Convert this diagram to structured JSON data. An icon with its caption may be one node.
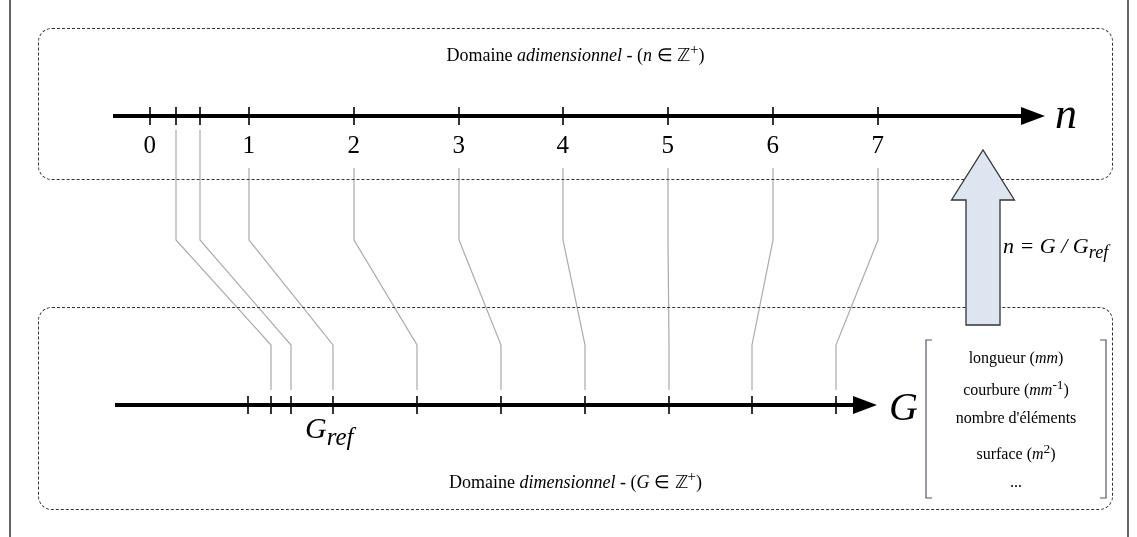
{
  "diagram": {
    "nodes": [
      {
        "text": [
          "Domaine *adimensionnel* - (*n* ∈ ℤ$^{+}$)"
        ]
      },
      {
        "text": [
          "Domaine *dimensionnel* - (*G* ∈ ℤ$^{+}$)"
        ]
      },
      {
        "text": [
          "longueur (*mm*)",
          "courbure (*mm*$^{-1}$)",
          "nombre d'éléments",
          "surface (*m*$^{2}$)",
          "..."
        ],
        "in": 1,
        "beside": [
          "G"
        ]
      }
    ],
    "edges": [
      {
        "from": 2,
        "to": 0,
        "arrow": "to",
        "label": "n = G / G$_{ref}$",
        "style": "thick"
      }
    ],
    "labels": [
      "0",
      "1",
      "2",
      "3",
      "4",
      "5",
      "6",
      "7",
      "n",
      "G$_{ref}$"
    ]
  }
}
